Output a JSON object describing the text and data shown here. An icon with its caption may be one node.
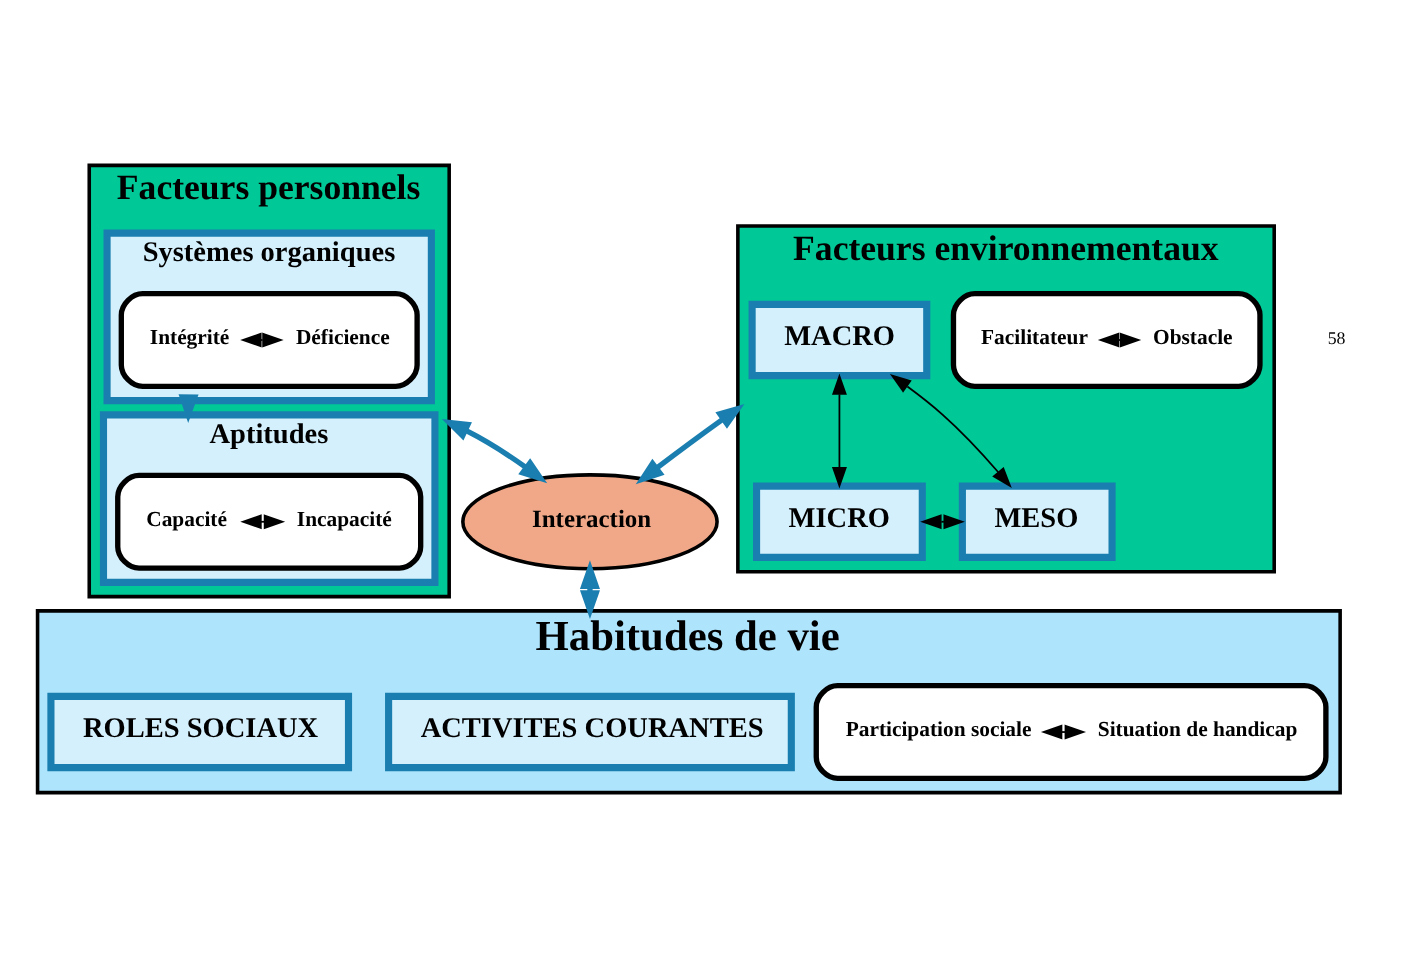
{
  "diagram": {
    "nodes": [
      {
        "text": [
          "Facteurs personnels"
        ]
      },
      {
        "text": [
          "Systèmes organiques"
        ],
        "in": 0
      },
      {
        "text": [],
        "shape": "box",
        "in": 1
      },
      {
        "text": [
          "Intégrité"
        ],
        "in": 2
      },
      {
        "text": [
          "Déficience"
        ],
        "in": 2
      },
      {
        "text": [
          "Aptitudes"
        ],
        "in": 0
      },
      {
        "text": [],
        "shape": "box",
        "in": 5
      },
      {
        "text": [
          "Capacité"
        ],
        "in": 6
      },
      {
        "text": [
          "Incapacité"
        ],
        "in": 6
      },
      {
        "text": [
          "Facteurs environnementaux"
        ]
      },
      {
        "text": [
          "MACRO"
        ],
        "in": 9
      },
      {
        "text": [
          "MICRO"
        ],
        "in": 9
      },
      {
        "text": [
          "MESO"
        ],
        "in": 9
      },
      {
        "text": [],
        "shape": "box",
        "in": 9
      },
      {
        "text": [
          "Facilitateur"
        ],
        "in": 13
      },
      {
        "text": [
          "Obstacle"
        ],
        "in": 13
      },
      {
        "text": [
          "Interaction"
        ]
      },
      {
        "text": [
          "Habitudes de vie"
        ]
      },
      {
        "text": [
          "ACTIVITES COURANTES"
        ],
        "in": 17
      },
      {
        "text": [
          "ROLES SOCIAUX"
        ],
        "in": 17
      },
      {
        "text": [],
        "shape": "box",
        "in": 17
      },
      {
        "text": [
          "Participation sociale"
        ],
        "in": 20
      },
      {
        "text": [
          "Situation de handicap"
        ],
        "in": 20
      }
    ],
    "edges": [
      {
        "from": 1,
        "to": 5,
        "arrow": "to",
        "style": "thick",
        "color": "#1a7fb0"
      },
      {
        "from": 3,
        "to": 4,
        "arrow": "both"
      },
      {
        "from": 7,
        "to": 8,
        "arrow": "both"
      },
      {
        "from": 10,
        "to": 11,
        "arrow": "both"
      },
      {
        "from": 10,
        "to": 12,
        "arrow": "both"
      },
      {
        "from": 11,
        "to": 12,
        "arrow": "both"
      },
      {
        "from": 14,
        "to": 15,
        "arrow": "both"
      },
      {
        "from": 0,
        "to": 16,
        "arrow": "both",
        "style": "thick",
        "color": "#1a7fb0"
      },
      {
        "from": 9,
        "to": 16,
        "arrow": "both",
        "style": "thick",
        "color": "#1a7fb0"
      },
      {
        "from": 16,
        "to": 17,
        "arrow": "both",
        "style": "thick",
        "color": "#1a7fb0"
      },
      {
        "from": 21,
        "to": 22,
        "arrow": "both"
      }
    ],
    "labels": [
      "58"
    ]
  }
}
